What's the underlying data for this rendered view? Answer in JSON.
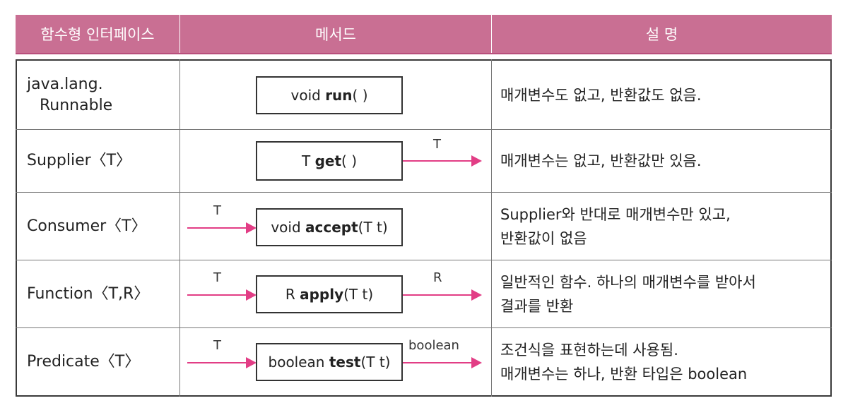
{
  "headers": {
    "interface": "함수형 인터페이스",
    "method": "메서드",
    "description": "설 명"
  },
  "rows": [
    {
      "iface1": "java.lang.",
      "iface2": "Runnable",
      "method_pre": "void ",
      "method_name": "run",
      "method_post": "( )",
      "in_label": "",
      "out_label": "",
      "desc1": "매개변수도 없고, 반환값도 없음.",
      "desc2": ""
    },
    {
      "iface1": "Supplier〈T〉",
      "iface2": "",
      "method_pre": "T ",
      "method_name": "get",
      "method_post": "( )",
      "in_label": "",
      "out_label": "T",
      "desc1": "매개변수는 없고, 반환값만 있음.",
      "desc2": ""
    },
    {
      "iface1": "Consumer〈T〉",
      "iface2": "",
      "method_pre": "void ",
      "method_name": "accept",
      "method_post": "(T t)",
      "in_label": "T",
      "out_label": "",
      "desc1": "Supplier와 반대로 매개변수만 있고,",
      "desc2": "반환값이 없음"
    },
    {
      "iface1": "Function〈T,R〉",
      "iface2": "",
      "method_pre": "R ",
      "method_name": "apply",
      "method_post": "(T t)",
      "in_label": "T",
      "out_label": "R",
      "desc1": "일반적인 함수. 하나의 매개변수를 받아서",
      "desc2": "결과를 반환"
    },
    {
      "iface1": "Predicate〈T〉",
      "iface2": "",
      "method_pre": "boolean ",
      "method_name": "test",
      "method_post": "(T t)",
      "in_label": "T",
      "out_label": "boolean",
      "desc1": "조건식을 표현하는데 사용됨.",
      "desc2": "매개변수는 하나, 반환 타입은 boolean"
    }
  ]
}
